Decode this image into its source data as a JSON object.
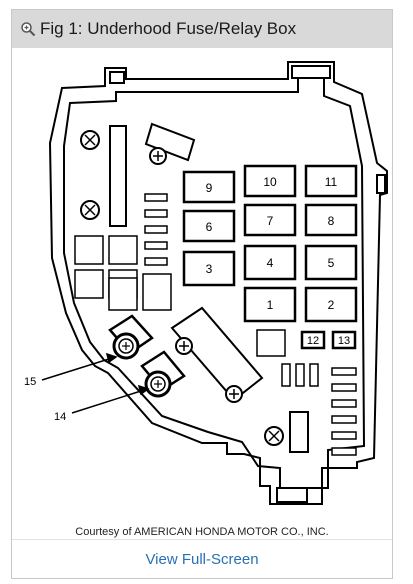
{
  "header": {
    "title": "Fig 1: Underhood Fuse/Relay Box",
    "icon": "zoom-in-icon"
  },
  "diagram": {
    "fuse_labels": [
      "9",
      "10",
      "11",
      "6",
      "7",
      "8",
      "3",
      "4",
      "5",
      "1",
      "2",
      "12",
      "13"
    ],
    "callouts": [
      "15",
      "14"
    ]
  },
  "courtesy": "Courtesy of AMERICAN HONDA MOTOR CO., INC.",
  "footer": {
    "link_label": "View Full-Screen"
  },
  "colors": {
    "header_bg": "#d9d9d9",
    "link": "#2a6fb5",
    "line": "#000000"
  }
}
